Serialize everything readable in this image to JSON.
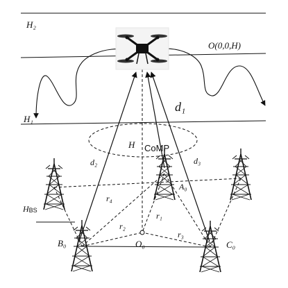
{
  "labels": {
    "h2": "H₂",
    "h1": "H₁",
    "hbs_main": "H",
    "hbs_sub": "BS",
    "drone_pos": "O(0,0,H)",
    "d1": "d₁",
    "d2": "d₂",
    "d3": "d₃",
    "h": "H",
    "comp": "CoMP",
    "r1": "r₁",
    "r2": "r₂",
    "r3": "r₃",
    "r4": "r₄",
    "a0": "A₀",
    "b0": "B₀",
    "c0": "C₀",
    "o0": "O₀"
  },
  "icons": {
    "drone": "quadcopter-drone-icon",
    "tower": "cell-tower-icon"
  }
}
